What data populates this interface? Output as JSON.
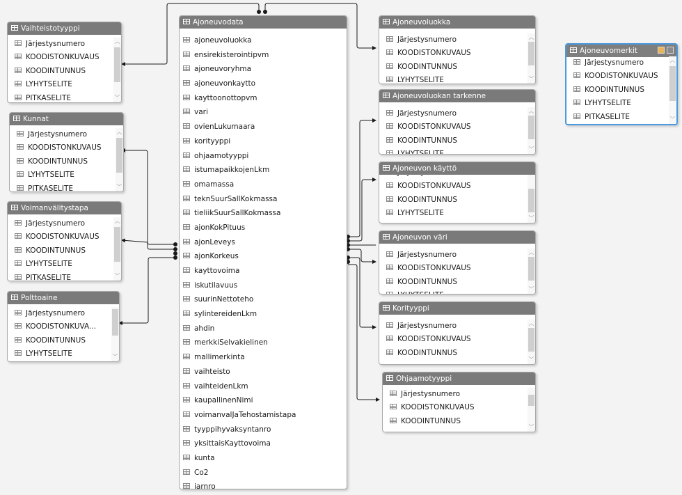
{
  "tables": {
    "vaihteistotyyppi": {
      "title": "Vaihteistotyyppi",
      "fields": [
        "Järjestysnumero",
        "KOODISTONKUVAUS",
        "KOODINTUNNUS",
        "LYHYTSELITE",
        "PITKASELITE"
      ]
    },
    "kunnat": {
      "title": "Kunnat",
      "fields": [
        "Järjestysnumero",
        "KOODISTONKUVAUS",
        "KOODINTUNNUS",
        "LYHYTSELITE",
        "PITKASELITE"
      ]
    },
    "voimanvalitystapa": {
      "title": "Voimanvälitystapa",
      "fields": [
        "Järjestysnumero",
        "KOODISTONKUVAUS",
        "KOODINTUNNUS",
        "LYHYTSELITE",
        "PITKASELITE"
      ]
    },
    "polttoaine": {
      "title": "Polttoaine",
      "fields": [
        "Järjestysnumero",
        "KOODISTONKUVA...",
        "KOODINTUNNUS",
        "LYHYTSELITE"
      ]
    },
    "ajoneuvodata": {
      "title": "Ajoneuvodata",
      "fields": [
        "ajoneuvoluokka",
        "ensirekisterointipvm",
        "ajoneuvoryhma",
        "ajoneuvonkaytto",
        "kayttoonottopvm",
        "vari",
        "ovienLukumaara",
        "korityyppi",
        "ohjaamotyyppi",
        "istumapaikkojenLkm",
        "omamassa",
        "teknSuurSallKokmassa",
        "tieliikSuurSallKokmassa",
        "ajonKokPituus",
        "ajonLeveys",
        "ajonKorkeus",
        "kayttovoima",
        "iskutilavuus",
        "suurinNettoteho",
        "sylintereidenLkm",
        "ahdin",
        "merkkiSelvakielinen",
        "mallimerkinta",
        "vaihteisto",
        "vaihteidenLkm",
        "kaupallinenNimi",
        "voimanvalJaTehostamistapa",
        "tyyppihyvaksyntanro",
        "yksittaisKayttovoima",
        "kunta",
        "Co2",
        "jarnro"
      ]
    },
    "ajoneuvoluokka": {
      "title": "Ajoneuvoluokka",
      "fields": [
        "Järjestysnumero",
        "KOODISTONKUVAUS",
        "KOODINTUNNUS",
        "LYHYTSELITE"
      ]
    },
    "ajoneuvoluokan_tarkenne": {
      "title": "Ajoneuvoluokan tarkenne",
      "fields": [
        "Järjestysnumero",
        "KOODISTONKUVAUS",
        "KOODINTUNNUS",
        "LYHYTSELITE"
      ]
    },
    "ajoneuvon_kaytto": {
      "title": "Ajoneuvon käyttö",
      "fields": [
        "Järjestysnumero",
        "KOODISTONKUVAUS",
        "KOODINTUNNUS",
        "LYHYTSELITE"
      ]
    },
    "ajoneuvon_vari": {
      "title": "Ajoneuvon väri",
      "fields": [
        "Järjestysnumero",
        "KOODISTONKUVAUS",
        "KOODINTUNNUS",
        "LYHYTSELITE"
      ]
    },
    "korityyppi": {
      "title": "Korityyppi",
      "fields": [
        "Järjestysnumero",
        "KOODISTONKUVAUS",
        "KOODINTUNNUS"
      ]
    },
    "ohjaamotyyppi": {
      "title": "Ohjaamotyyppi",
      "fields": [
        "Järjestysnumero",
        "KOODISTONKUVAUS",
        "KOODINTUNNUS"
      ]
    },
    "ajoneuvomerkit": {
      "title": "Ajoneuvomerkit",
      "fields": [
        "Järjestysnumero",
        "KOODISTONKUVAUS",
        "KOODINTUNNUS",
        "LYHYTSELITE",
        "PITKASELITE"
      ]
    }
  },
  "colors": {
    "header": "#7a7a7a",
    "line": "#1a1a1a",
    "selected_border": "#4a9ae0"
  }
}
